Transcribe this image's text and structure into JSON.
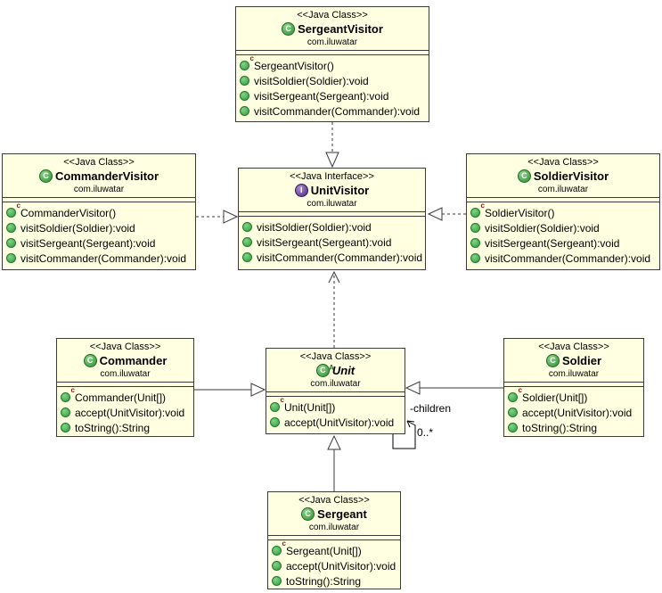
{
  "icons": {
    "class_letter": "C",
    "interface_letter": "I",
    "abstract_marker": "A",
    "constructor_marker": "c"
  },
  "colors": {
    "box_fill": "#FFFFE1",
    "box_border": "#3A3A3A",
    "class_icon_green": "#2E8F2E",
    "interface_icon_purple": "#4D2482",
    "method_dot_green": "#2F9E3F",
    "constructor_marker_red": "#8B1A1A"
  },
  "classes": {
    "sergeantVisitor": {
      "stereotype": "<<Java Class>>",
      "name": "SergeantVisitor",
      "package": "com.iluwatar",
      "methods": [
        "SergeantVisitor()",
        "visitSoldier(Soldier):void",
        "visitSergeant(Sergeant):void",
        "visitCommander(Commander):void"
      ]
    },
    "commanderVisitor": {
      "stereotype": "<<Java Class>>",
      "name": "CommanderVisitor",
      "package": "com.iluwatar",
      "methods": [
        "CommanderVisitor()",
        "visitSoldier(Soldier):void",
        "visitSergeant(Sergeant):void",
        "visitCommander(Commander):void"
      ]
    },
    "unitVisitor": {
      "stereotype": "<<Java Interface>>",
      "name": "UnitVisitor",
      "package": "com.iluwatar",
      "methods": [
        "visitSoldier(Soldier):void",
        "visitSergeant(Sergeant):void",
        "visitCommander(Commander):void"
      ]
    },
    "soldierVisitor": {
      "stereotype": "<<Java Class>>",
      "name": "SoldierVisitor",
      "package": "com.iluwatar",
      "methods": [
        "SoldierVisitor()",
        "visitSoldier(Soldier):void",
        "visitSergeant(Sergeant):void",
        "visitCommander(Commander):void"
      ]
    },
    "commander": {
      "stereotype": "<<Java Class>>",
      "name": "Commander",
      "package": "com.iluwatar",
      "methods": [
        "Commander(Unit[])",
        "accept(UnitVisitor):void",
        "toString():String"
      ]
    },
    "unit": {
      "stereotype": "<<Java Class>>",
      "name": "Unit",
      "package": "com.iluwatar",
      "methods": [
        "Unit(Unit[])",
        "accept(UnitVisitor):void"
      ]
    },
    "soldier": {
      "stereotype": "<<Java Class>>",
      "name": "Soldier",
      "package": "com.iluwatar",
      "methods": [
        "Soldier(Unit[])",
        "accept(UnitVisitor):void",
        "toString():String"
      ]
    },
    "sergeant": {
      "stereotype": "<<Java Class>>",
      "name": "Sergeant",
      "package": "com.iluwatar",
      "methods": [
        "Sergeant(Unit[])",
        "accept(UnitVisitor):void",
        "toString():String"
      ]
    }
  },
  "associations": {
    "children": {
      "name": "-children",
      "multiplicity": "0..*"
    }
  }
}
